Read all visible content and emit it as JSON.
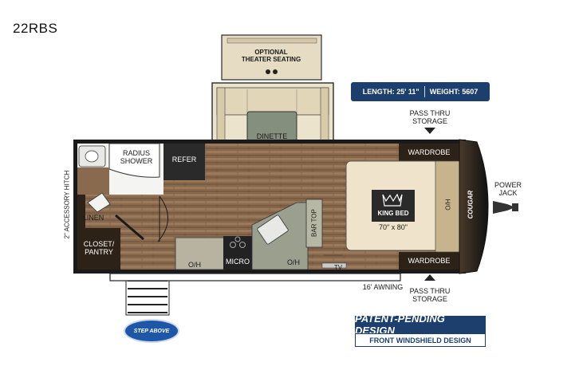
{
  "model": "22RBS",
  "specs": {
    "length": "LENGTH: 25' 11\"",
    "weight": "WEIGHT: 5607"
  },
  "labels": {
    "optional_theater_seating": "OPTIONAL\nTHEATER SEATING",
    "dinette": "DINETTE",
    "radius_shower": "RADIUS\nSHOWER",
    "refer": "REFER",
    "linen": "LINEN",
    "closet_pantry": "CLOSET/\nPANTRY",
    "accessory_hitch": "2\" ACCESSORY HITCH",
    "oh_left": "O/H",
    "micro": "MICRO",
    "oh_right": "O/H",
    "bar_top": "BAR TOP",
    "tv": "TV",
    "wardrobe_top": "WARDROBE",
    "wardrobe_bottom": "WARDROBE",
    "king_bed": "KING BED",
    "bed_size": "70\" x 80\"",
    "h_o": "H/O",
    "power_jack": "POWER\nJACK",
    "pass_thru_top": "PASS THRU\nSTORAGE",
    "pass_thru_bottom": "PASS THRU\nSTORAGE",
    "awning": "16' AWNING",
    "front_cap_brand": "COUGAR"
  },
  "badges": {
    "patent_top": "PATENT-PENDING DESIGN",
    "patent_bottom": "FRONT WINDSHIELD DESIGN",
    "step_above": "STEP ABOVE"
  },
  "colors": {
    "spec_bar": "#1c3f6e",
    "floor_wood": "#8a6a4e",
    "dark_cabinet": "#2c2218",
    "slide_tan": "#e6dcc4",
    "counter_sage": "#8e9886",
    "bed_cream": "#efe3cc"
  }
}
